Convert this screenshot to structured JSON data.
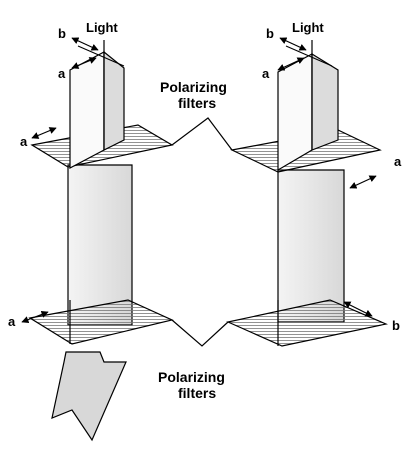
{
  "labels": {
    "light_left": "Light",
    "light_right": "Light",
    "top_filters_line1": "Polarizing",
    "top_filters_line2": "filters",
    "bottom_filters_line1": "Polarizing",
    "bottom_filters_line2": "filters",
    "axis_a": "a",
    "axis_b": "b"
  },
  "colors": {
    "line": "#000000",
    "beam_fill": "#e6e6e6",
    "filter_fill": "#f2f2f2",
    "hatch": "#777777",
    "background": "#ffffff"
  }
}
